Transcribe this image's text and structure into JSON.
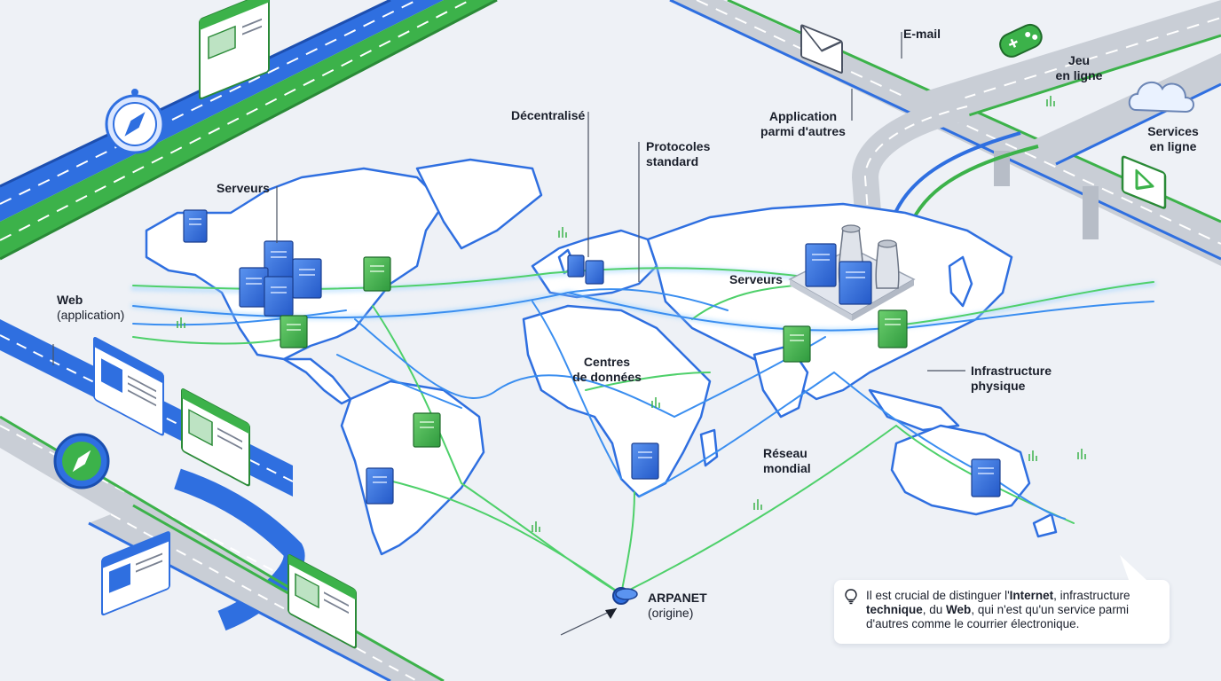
{
  "labels": {
    "email": "E-mail",
    "jeu_line1": "Jeu",
    "jeu_line2": "en ligne",
    "services_line1": "Services",
    "services_line2": "en ligne",
    "application_line1": "Application",
    "application_line2": "parmi d'autres",
    "decentralise": "Décentralisé",
    "protocoles_line1": "Protocoles",
    "protocoles_line2": "standard",
    "serveurs_west": "Serveurs",
    "serveurs_east": "Serveurs",
    "web_line1": "Web",
    "web_line2": "(application)",
    "centres_line1": "Centres",
    "centres_line2": "de données",
    "infra_line1": "Infrastructure",
    "infra_line2": "physique",
    "reseau_line1": "Réseau",
    "reseau_line2": "mondial",
    "arpanet_line1": "ARPANET",
    "arpanet_line2": "(origine)"
  },
  "note": {
    "part1": "Il est crucial de distinguer l'",
    "internet": "Internet",
    "part2": ", infrastructure ",
    "technique": "technique",
    "part3": ", du ",
    "web": "Web",
    "part4": ", qui n'est qu'un service parmi d'autres comme le courrier électronique."
  },
  "icons": [
    "compass-icon",
    "browser-window-icon",
    "email-envelope-icon",
    "gamepad-icon",
    "cloud-icon",
    "play-icon",
    "server-icon",
    "cooling-tower-icon",
    "lightbulb-icon"
  ],
  "colors": {
    "road_blue": "#2f6fe0",
    "road_green": "#3cb24a",
    "road_gray": "#c9ced6",
    "cable_green": "#4ed06a",
    "cable_blue": "#3a8ef0",
    "server_blue": "#2f6fd8",
    "server_green": "#3aa845",
    "ink": "#1a1f2b"
  }
}
